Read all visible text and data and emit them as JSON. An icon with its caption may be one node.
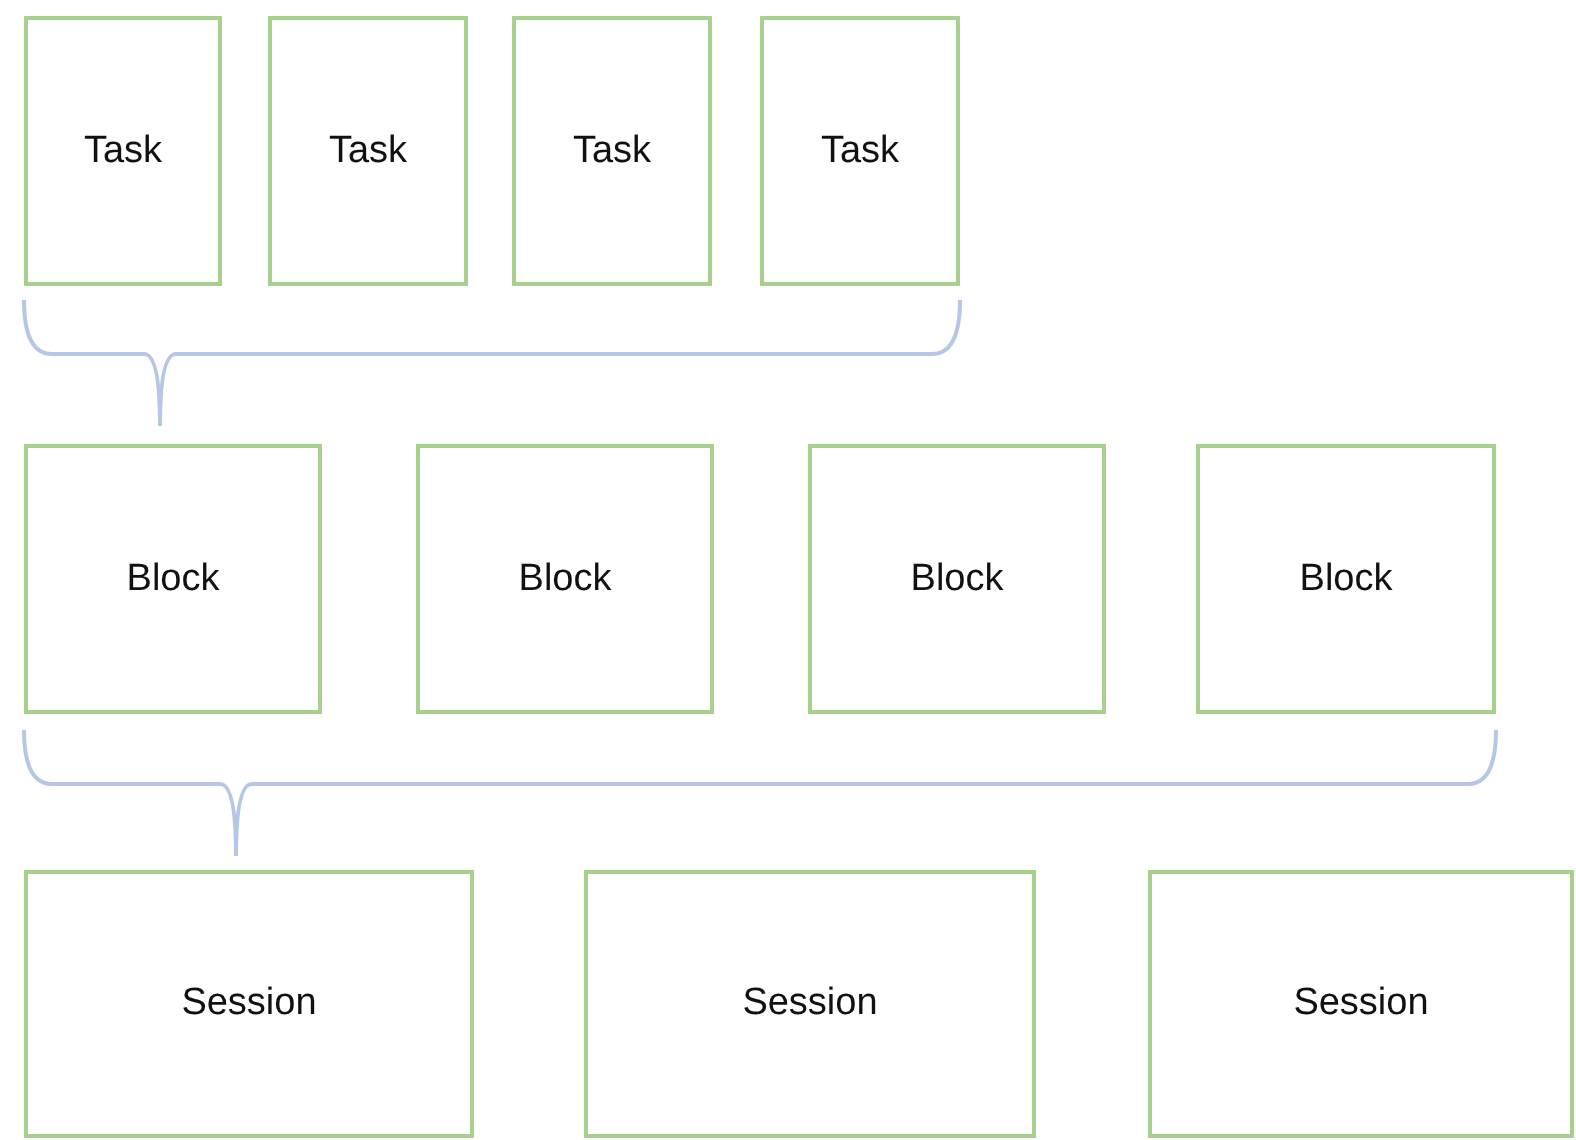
{
  "diagram": {
    "nodes": [
      {
        "text": [
          "Task"
        ]
      },
      {
        "text": [
          "Task"
        ]
      },
      {
        "text": [
          "Task"
        ]
      },
      {
        "text": [
          "Task"
        ]
      },
      {
        "text": [
          "Block"
        ]
      },
      {
        "text": [
          "Block"
        ]
      },
      {
        "text": [
          "Block"
        ]
      },
      {
        "text": [
          "Block"
        ]
      },
      {
        "text": [
          "Session"
        ]
      },
      {
        "text": [
          "Session"
        ]
      },
      {
        "text": [
          "Session"
        ]
      }
    ]
  }
}
